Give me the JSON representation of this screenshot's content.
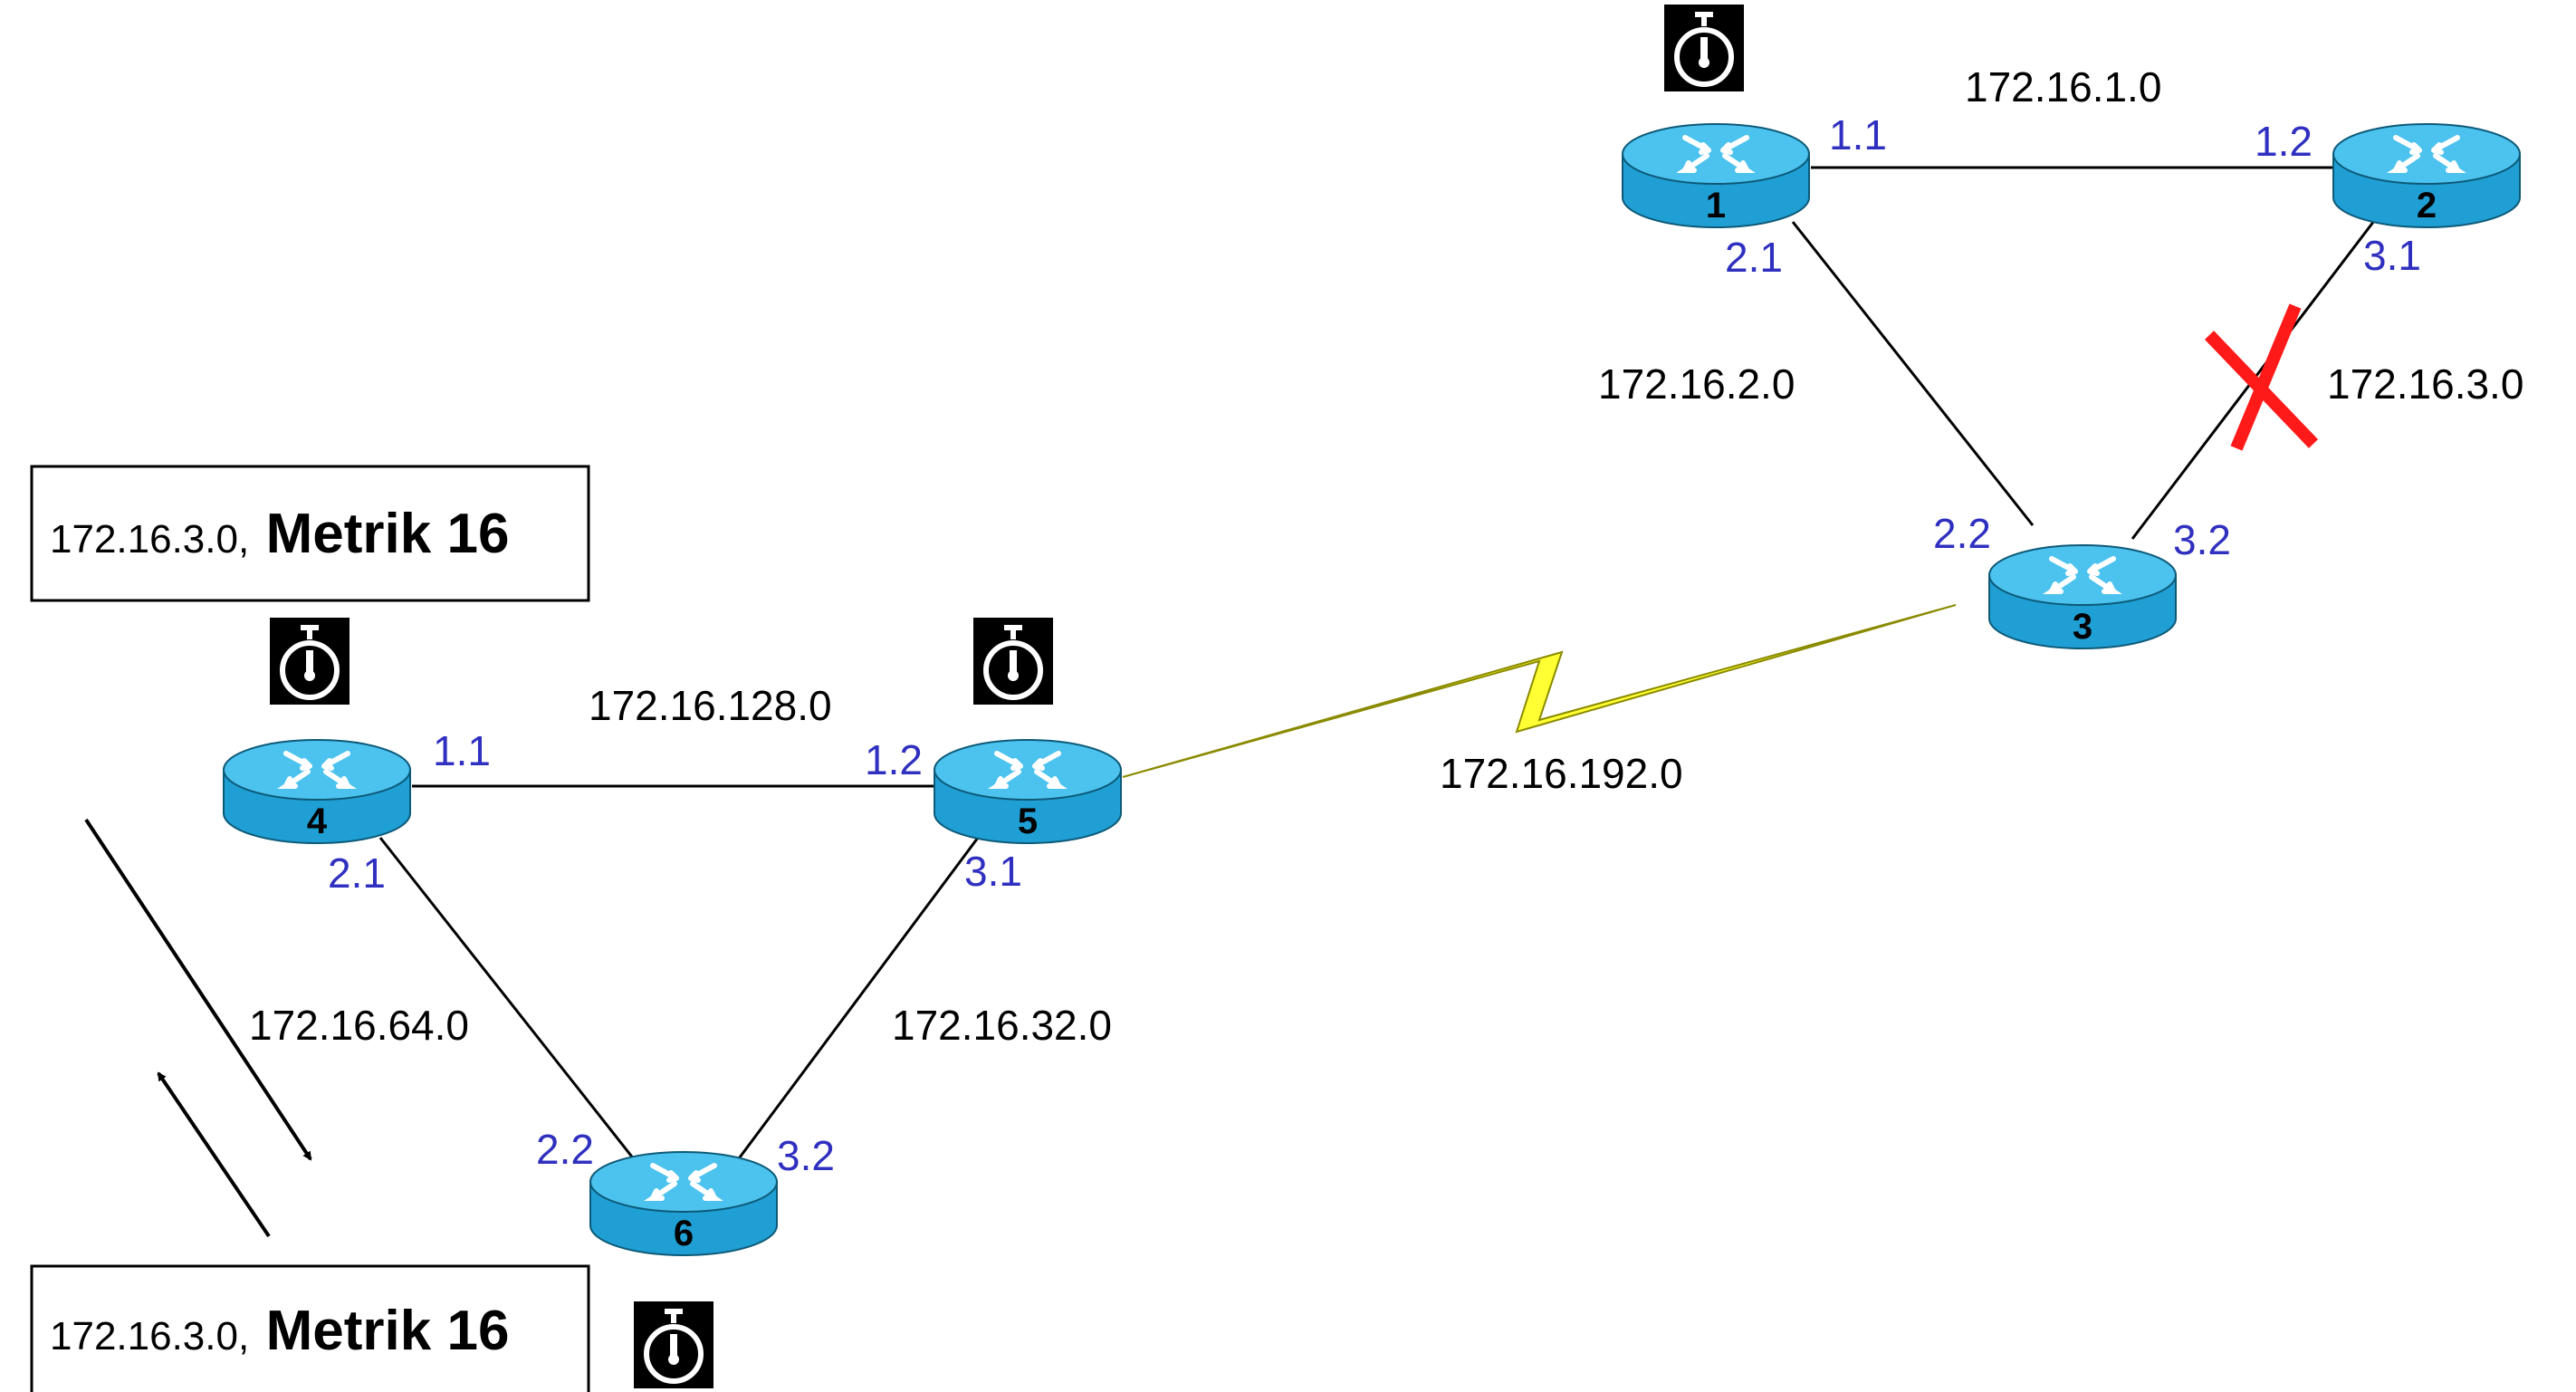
{
  "routers": [
    {
      "id": "r1",
      "number": "1"
    },
    {
      "id": "r2",
      "number": "2"
    },
    {
      "id": "r3",
      "number": "3"
    },
    {
      "id": "r4",
      "number": "4"
    },
    {
      "id": "r5",
      "number": "5"
    },
    {
      "id": "r6",
      "number": "6"
    }
  ],
  "networks": {
    "n1": "172.16.1.0",
    "n2": "172.16.2.0",
    "n3": "172.16.3.0",
    "n128": "172.16.128.0",
    "n192": "172.16.192.0",
    "n64": "172.16.64.0",
    "n32": "172.16.32.0"
  },
  "interfaces": {
    "r1_11": "1.1",
    "r2_12": "1.2",
    "r1_21": "2.1",
    "r2_31": "3.1",
    "r3_22": "2.2",
    "r3_32": "3.2",
    "r4_11": "1.1",
    "r5_12": "1.2",
    "r4_21": "2.1",
    "r5_31": "3.1",
    "r6_22": "2.2",
    "r6_32": "3.2"
  },
  "updates": {
    "top": {
      "route": "172.16.3.0,",
      "metric": "Metrik 16"
    },
    "bottom": {
      "route": "172.16.3.0,",
      "metric": "Metrik 16"
    }
  },
  "icons": {
    "timer": "stopwatch-icon",
    "failure": "link-failure-x-icon",
    "router": "router-icon"
  },
  "colors": {
    "router_fill": "#1f9fd4",
    "router_top": "#4cc2ee",
    "interface_label": "#3030c0",
    "serial_link": "#ffff33",
    "failure_mark": "#ff1a1a"
  }
}
